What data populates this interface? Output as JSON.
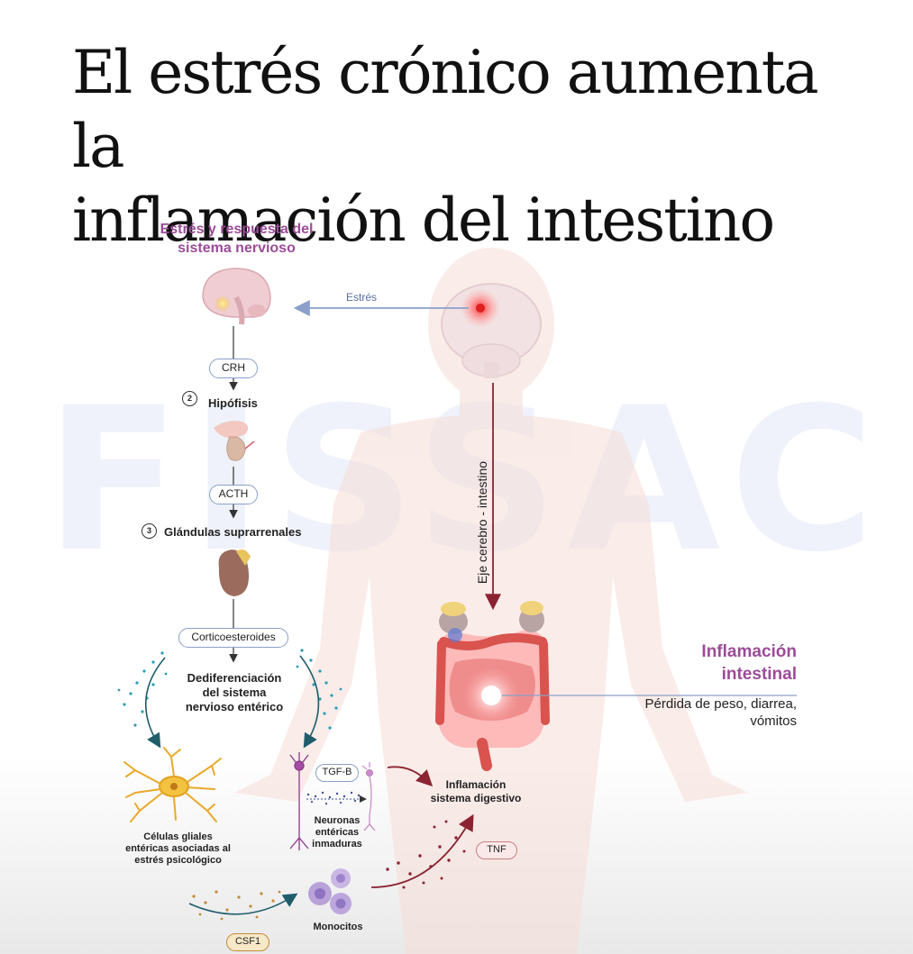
{
  "title": {
    "line1": "El estrés crónico aumenta la",
    "line2": "inflamación del intestino"
  },
  "watermark": "FISSAC",
  "section_heading": {
    "line1": "Estrés y respuesta del",
    "line2": "sistema nervioso"
  },
  "stress_label": "Estrés",
  "axis_label": "Eje cerebro - intestino",
  "steps": {
    "crh": "CRH",
    "pituitary_number": "2",
    "pituitary": "Hipófisis",
    "acth": "ACTH",
    "adrenal_number": "3",
    "adrenal": "Glándulas suprarrenales",
    "corticosteroids": "Corticoesteroides",
    "dediff_line1": "Dediferenciación",
    "dediff_line2": "del sistema",
    "dediff_line3": "nervioso entérico"
  },
  "cells": {
    "glial_line1": "Células gliales",
    "glial_line2": "entéricas asociadas al",
    "glial_line3": "estrés psicológico",
    "tgfb": "TGF-B",
    "neurons_line1": "Neuronas",
    "neurons_line2": "entéricas",
    "neurons_line3": "inmaduras",
    "monocytes": "Monocitos",
    "csf1": "CSF1",
    "tnf": "TNF"
  },
  "digestive": {
    "line1": "Inflamación",
    "line2": "sistema digestivo"
  },
  "inflammation": {
    "line1": "Inflamación",
    "line2": "intestinal",
    "symptoms_line1": "Pérdida de peso, diarrea,",
    "symptoms_line2": "vómitos"
  },
  "colors": {
    "accent_purple": "#9b4c97",
    "arrow_blue": "#8aa0c8",
    "arrow_dark_red": "#8b2332",
    "teal_dots": "#2a9db5",
    "body_silhouette": "#f5ddd7",
    "intestine_red": "#d9534f"
  }
}
